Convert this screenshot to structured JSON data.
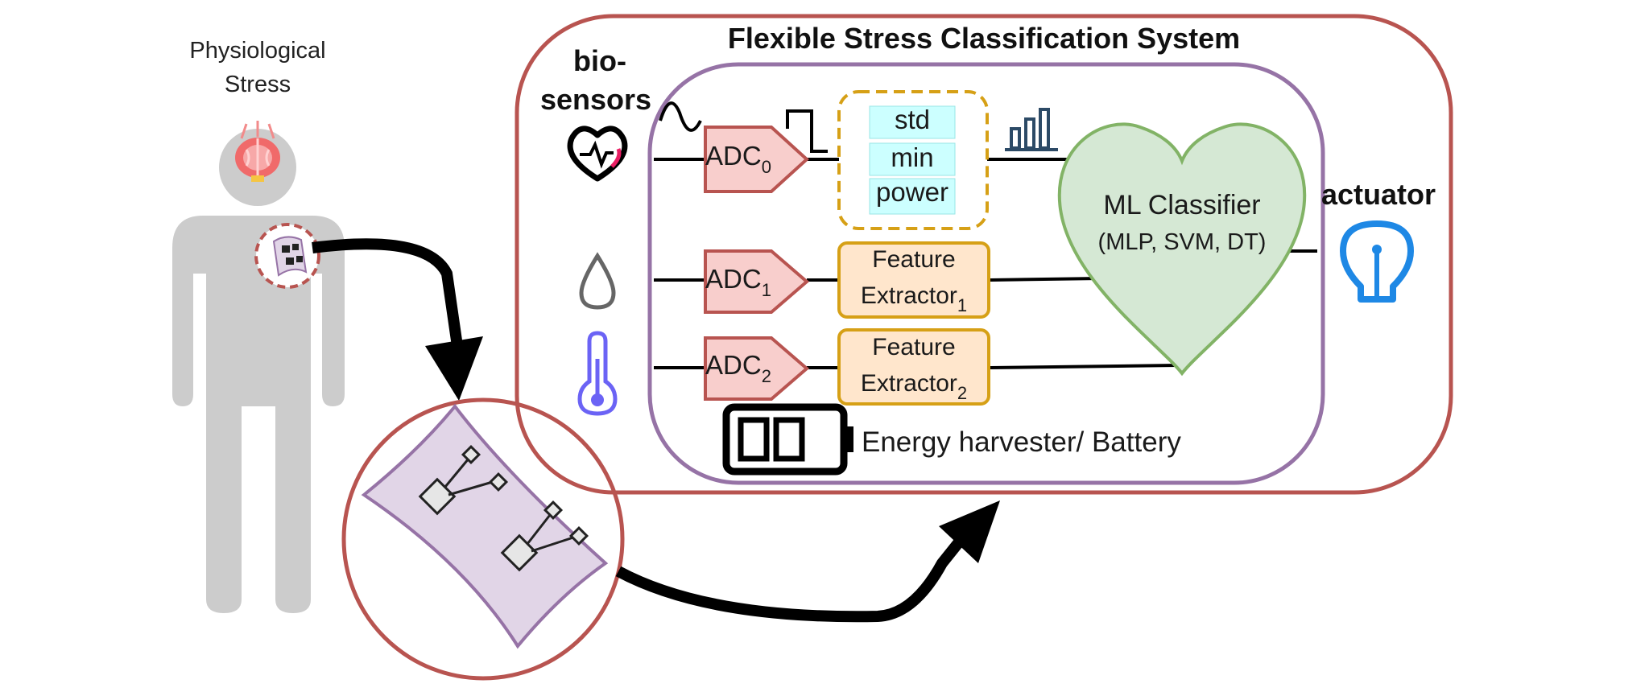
{
  "diagram": {
    "human_label_line1": "Physiological",
    "human_label_line2": "Stress",
    "system_title": "Flexible Stress Classification System",
    "biosensors_line1": "bio-",
    "biosensors_line2": "sensors",
    "actuator_label": "actuator",
    "adc_prefix": "ADC",
    "adc_indices": [
      "0",
      "1",
      "2"
    ],
    "features": [
      "std",
      "min",
      "power"
    ],
    "feature_extractor_line1": "Feature",
    "feature_extractor_line2": "Extractor",
    "feature_extractor_indices": [
      "1",
      "2"
    ],
    "classifier_line1": "ML Classifier",
    "classifier_line2": "(MLP, SVM, DT)",
    "energy_label": "Energy harvester/ Battery",
    "icons": [
      "brain-icon",
      "heart-rate-icon",
      "water-drop-icon",
      "thermometer-icon",
      "bar-chart-icon",
      "lightbulb-icon",
      "battery-icon",
      "sine-wave-icon",
      "square-wave-icon",
      "flexible-circuit-icon"
    ],
    "colors": {
      "outer_border": "#b85450",
      "inner_border": "#9673a6",
      "adc_fill": "#f8cecc",
      "feature_fill": "#ffe6cc",
      "feature_border": "#d6a016",
      "stat_fill": "#ccffff",
      "classifier_fill": "#d5e8d4",
      "classifier_border": "#82b366",
      "human": "#cccccc",
      "circuit_fill": "#e1d5e7",
      "actuator": "#1e88e5"
    }
  }
}
